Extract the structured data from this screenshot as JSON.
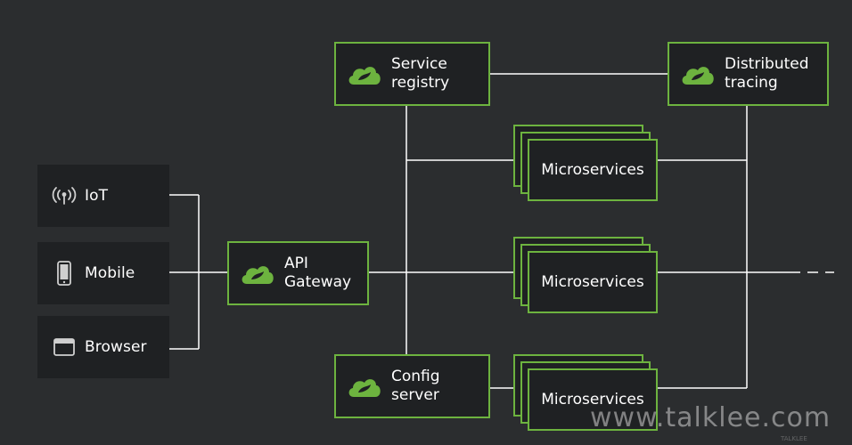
{
  "clients": [
    {
      "label": "IoT",
      "icon": "iot-antenna-icon"
    },
    {
      "label": "Mobile",
      "icon": "mobile-phone-icon"
    },
    {
      "label": "Browser",
      "icon": "browser-window-icon"
    }
  ],
  "api_gateway": {
    "line1": "API",
    "line2": "Gateway"
  },
  "service_registry": {
    "line1": "Service",
    "line2": "registry"
  },
  "config_server": {
    "line1": "Config",
    "line2": "server"
  },
  "distributed_tracing": {
    "line1": "Distributed",
    "line2": "tracing"
  },
  "microservices": [
    "Microservices",
    "Microservices",
    "Microservices"
  ],
  "watermark": "www.talklee.com",
  "watermark_small": "TALKLEE",
  "colors": {
    "accent": "#6db33f",
    "background": "#2b2d2f",
    "box": "#1f2123",
    "line": "#ffffff"
  }
}
